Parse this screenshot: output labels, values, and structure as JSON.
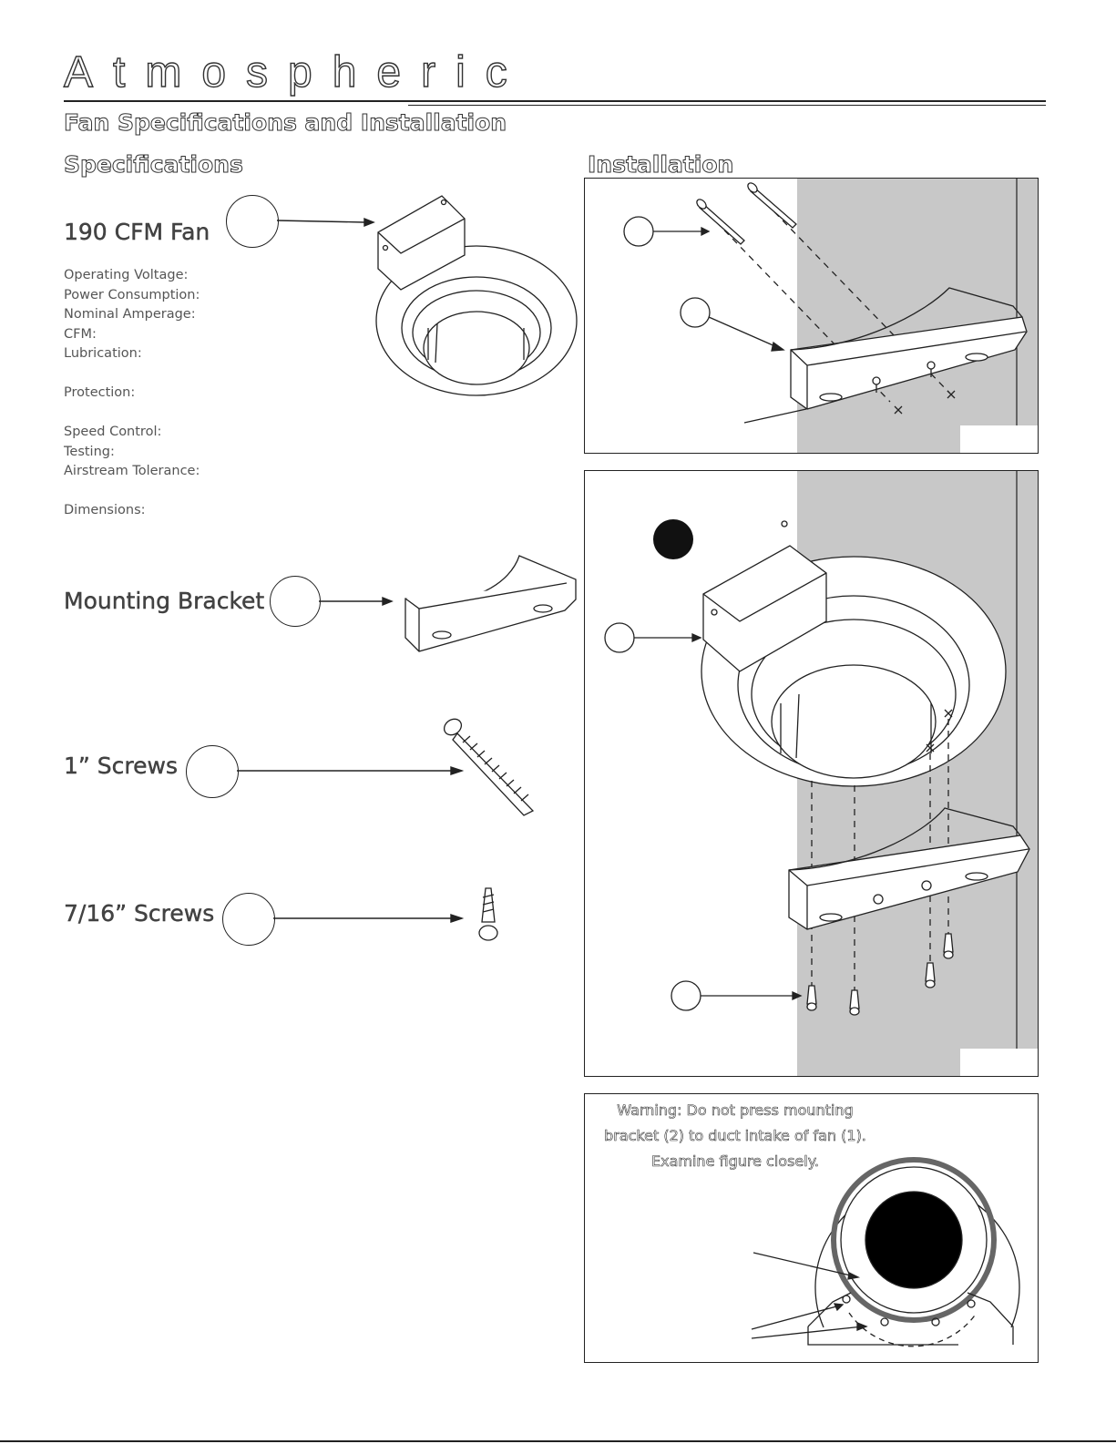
{
  "brand": "Atmospheric",
  "page_title": "Fan Specifications and Installation",
  "sections": {
    "specifications": "Specifications",
    "installation": "Installation"
  },
  "fan": {
    "title": "190 CFM Fan",
    "spec_labels": [
      "Operating Voltage:",
      "Power Consumption:",
      "Nominal Amperage:",
      "CFM:",
      "Lubrication:",
      "Protection:",
      "Speed Control:",
      "Testing:",
      "Airstream Tolerance:",
      "Dimensions:"
    ]
  },
  "parts": {
    "bracket": "Mounting Bracket",
    "screws_long": "1” Screws",
    "screws_short": "7/16” Screws"
  },
  "warning": {
    "line1": "Warning:  Do not press mounting",
    "line2": "bracket (2) to duct intake of fan (1).",
    "line3": "Examine figure closely."
  },
  "colors": {
    "wall": "#c8c8c8",
    "ink": "#222222",
    "background": "#ffffff"
  }
}
